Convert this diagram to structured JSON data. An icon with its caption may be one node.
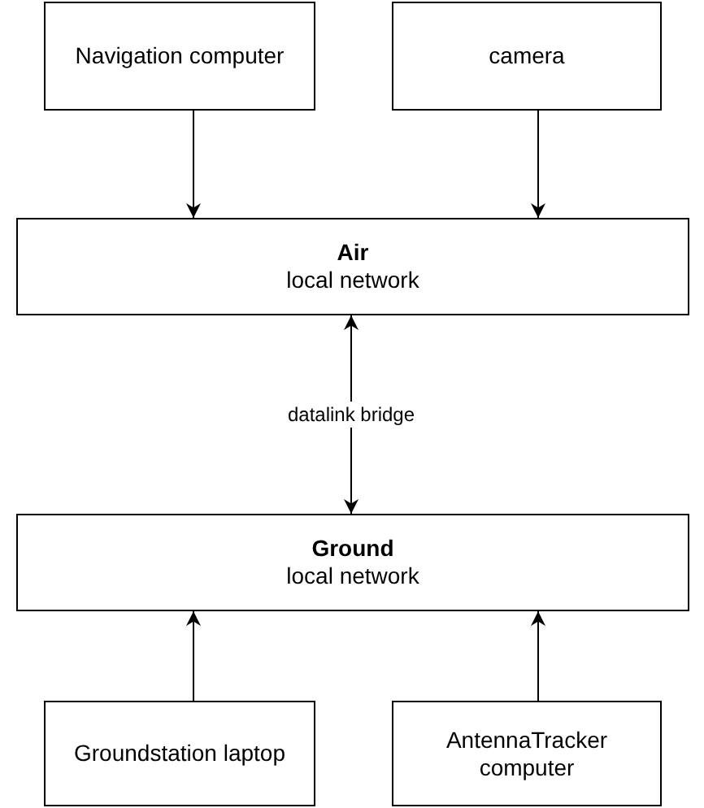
{
  "diagram": {
    "nodes": [
      {
        "text": [
          "Navigation computer"
        ]
      },
      {
        "text": [
          "camera"
        ]
      },
      {
        "text": [
          "Air",
          "local network"
        ]
      },
      {
        "text": [
          "Ground",
          "local network"
        ]
      },
      {
        "text": [
          "Groundstation laptop"
        ]
      },
      {
        "text": [
          "AntennaTracker computer"
        ]
      }
    ],
    "edges": [
      {
        "from": 0,
        "to": 2,
        "arrow": "to"
      },
      {
        "from": 1,
        "to": 2,
        "arrow": "to"
      },
      {
        "from": 2,
        "to": 3,
        "arrow": "both",
        "label": "datalink bridge"
      },
      {
        "from": 4,
        "to": 3,
        "arrow": "to"
      },
      {
        "from": 5,
        "to": 3,
        "arrow": "to"
      }
    ]
  }
}
